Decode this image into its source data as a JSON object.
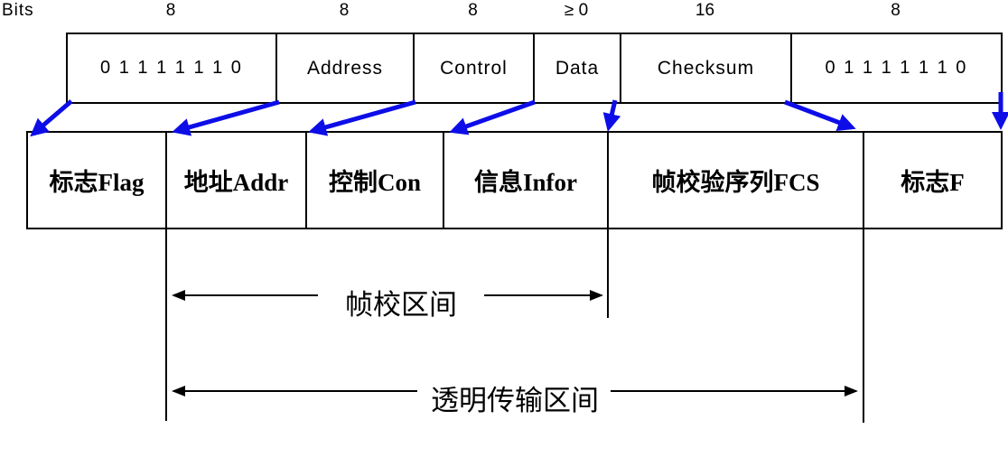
{
  "diagram": {
    "bits_header": {
      "label": "Bits",
      "values": [
        "8",
        "8",
        "8",
        "≥ 0",
        "16",
        "8"
      ]
    },
    "frame_fields": [
      {
        "en": "0 1 1 1 1 1 1 0",
        "zh": "标志Flag"
      },
      {
        "en": "Address",
        "zh": "地址Addr"
      },
      {
        "en": "Control",
        "zh": "控制Con"
      },
      {
        "en": "Data",
        "zh": "信息Infor"
      },
      {
        "en": "Checksum",
        "zh": "帧校验序列FCS"
      },
      {
        "en": "0 1 1 1 1 1 1 0",
        "zh": "标志F"
      }
    ],
    "spans": {
      "check_range_label": "帧校区间",
      "transparent_range_label": "透明传输区间"
    },
    "colors": {
      "arrow_blue": "#0d0de8",
      "line_black": "#000000",
      "background": "#ffffff"
    }
  }
}
